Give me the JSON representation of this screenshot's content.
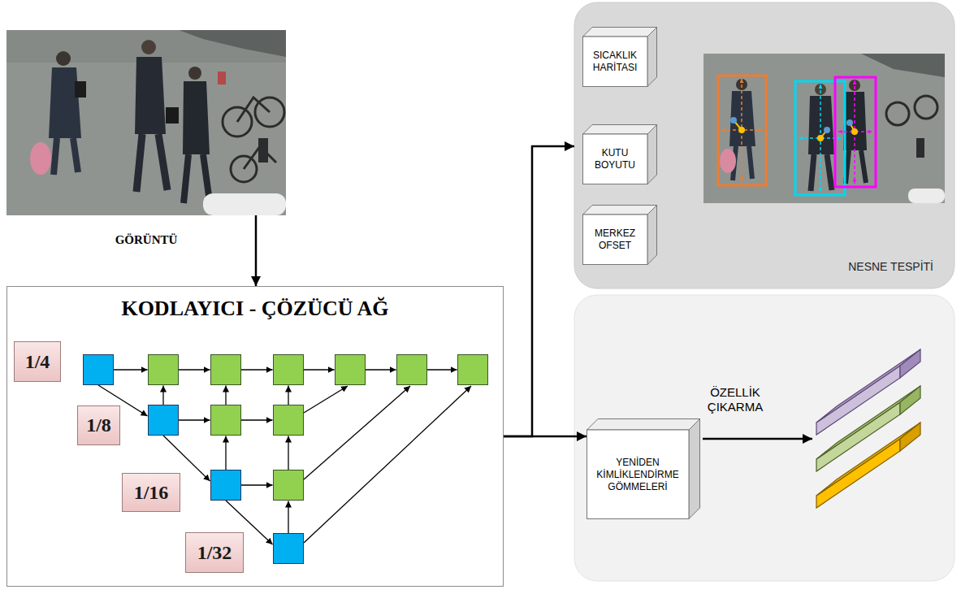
{
  "diagram": {
    "nodes": [
      {
        "text": [
          "GÖRÜNTÜ"
        ]
      },
      {
        "text": [
          "NESNE TESPİTİ"
        ]
      },
      {
        "text": [
          "SICAKLIK HARİTASI"
        ],
        "in": 1
      },
      {
        "text": [
          "KUTU BOYUTU"
        ],
        "in": 1
      },
      {
        "text": [
          "MERKEZ OFSET"
        ],
        "in": 1
      },
      {
        "text": [
          "KODLAYICI - ÇÖZÜCÜ AĞ"
        ]
      },
      {
        "text": [
          "1/4"
        ],
        "in": 5
      },
      {
        "text": [
          "1/8"
        ],
        "in": 5
      },
      {
        "text": [
          "1/16"
        ],
        "in": 5
      },
      {
        "text": [
          "1/32"
        ],
        "in": 5
      },
      {
        "text": [
          "YENİDEN KİMLİKLENDİRME GÖMMELERİ"
        ]
      }
    ],
    "edges": [
      {
        "from": 0,
        "to": 5,
        "arrow": "to"
      },
      {
        "from": 5,
        "to": 1,
        "arrow": "to"
      },
      {
        "from": 5,
        "to": 10,
        "arrow": "to"
      }
    ],
    "labels": [
      "ÖZELLİK ÇIKARMA"
    ]
  }
}
